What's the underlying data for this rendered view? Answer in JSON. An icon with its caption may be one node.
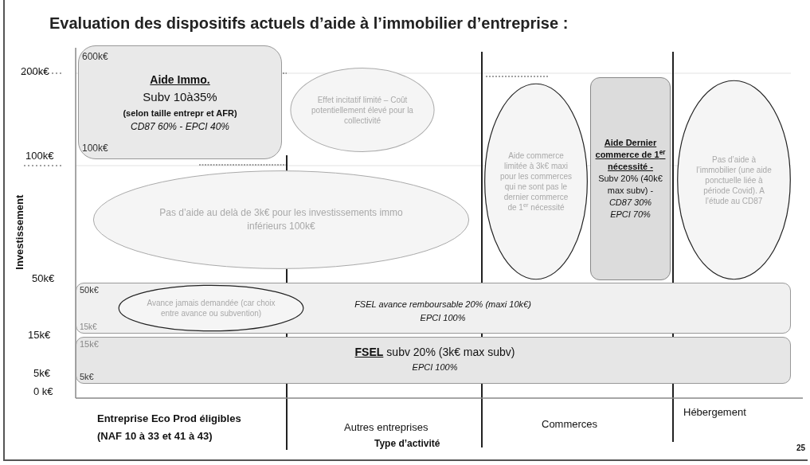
{
  "diagram": {
    "title": "Evaluation des dispositifs actuels d’aide à l’immobilier d’entreprise :",
    "nodes": [
      {
        "text": [
          "600k€",
          "Aide Immo.",
          "Subv 10à35%",
          "(selon taille entrepr et AFR)",
          "CD87 60% - EPCI 40%",
          "100k€"
        ]
      },
      {
        "text": [
          "Effet incitatif limité – Coût potentiellement élevé pour la collectivité"
        ]
      },
      {
        "text": [
          "Pas d’aide au delà de 3k€ pour les investissements immo inférieurs 100k€"
        ]
      },
      {
        "text": [
          "Aide commerce limitée à 3k€ maxi pour les commerces qui ne sont pas le dernier commerce de 1$^{er}$ nécessité"
        ]
      },
      {
        "text": [
          "Aide Dernier commerce de 1$^{er}$ nécessité -",
          "Subv 20% (40k€ max subv) -",
          "CD87 30% EPCI 70%"
        ]
      },
      {
        "text": [
          "Pas d’aide à l’immobilier (une aide ponctuelle liée à période Covid). A l’étude au CD87"
        ]
      },
      {
        "text": [
          "50k€",
          "FSEL avance remboursable 20% (maxi 10k€)",
          "EPCI 100%",
          "15k€"
        ]
      },
      {
        "text": [
          "Avance jamais demandée (car choix entre avance ou subvention)"
        ],
        "in": 6
      },
      {
        "text": [
          "15k€",
          "FSEL",
          "subv 20% (3k€ max subv)",
          "EPCI 100%",
          "5k€"
        ]
      }
    ],
    "labels": [
      "200k€",
      "100k€",
      "50k€",
      "15k€",
      "5k€",
      "0 k€",
      "Investissement",
      "Entreprise Eco Prod éligibles (NAF 10 à 33 et 41 à 43)",
      "Autres entreprises",
      "Commerces",
      "Hébergement",
      "Type d’activité",
      "25"
    ]
  }
}
